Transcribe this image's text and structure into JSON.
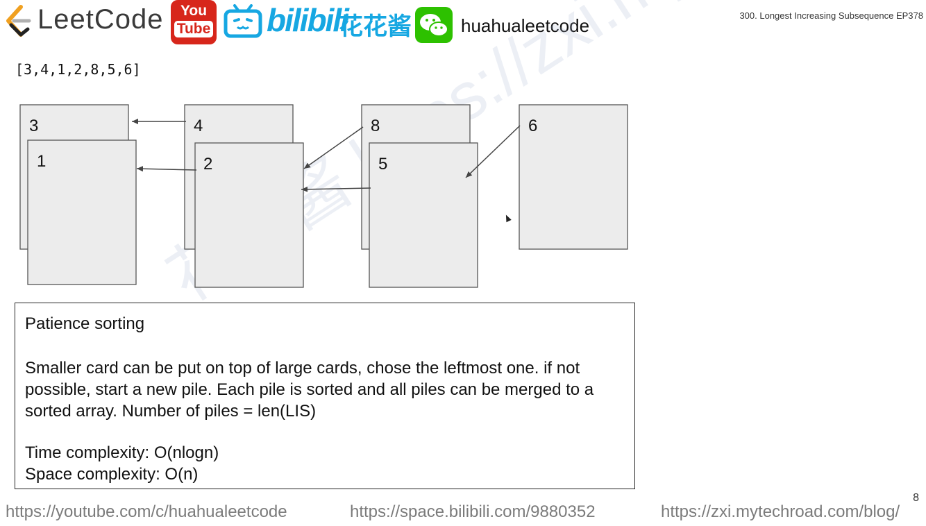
{
  "header": {
    "leetcode_logo_text": "LeetCode",
    "youtube_line1": "You",
    "youtube_line2": "Tube",
    "bilibili_text": "bilibili",
    "channel_name_cn": "花花酱",
    "wechat_id": "huahualeetcode",
    "episode_title": "300. Longest Increasing Subsequence EP378"
  },
  "slide": {
    "input_array": "[3,4,1,2,8,5,6]",
    "piles": [
      {
        "cards": [
          "3",
          "1"
        ]
      },
      {
        "cards": [
          "4",
          "2"
        ]
      },
      {
        "cards": [
          "8",
          "5"
        ]
      },
      {
        "cards": [
          "6"
        ]
      }
    ],
    "textbox": {
      "heading": "Patience sorting",
      "description": "Smaller card can be put on top of large cards, chose the leftmost one. if not possible, start a new pile. Each pile is sorted and all piles can be merged to a sorted array. Number of piles = len(LIS)",
      "time_complexity": "Time complexity: O(nlogn)",
      "space_complexity": "Space complexity: O(n)"
    },
    "page_number": "8"
  },
  "watermark": "花花酱 https://zxi.mytechroad.com/blog/",
  "footer": {
    "youtube_url": "https://youtube.com/c/huahualeetcode",
    "bilibili_url": "https://space.bilibili.com/9880352",
    "blog_url": "https://zxi.mytechroad.com/blog/"
  },
  "colors": {
    "youtube_red": "#d7261b",
    "bilibili_blue": "#16a7e2",
    "wechat_green": "#2dc100",
    "card_fill": "#ececec"
  }
}
